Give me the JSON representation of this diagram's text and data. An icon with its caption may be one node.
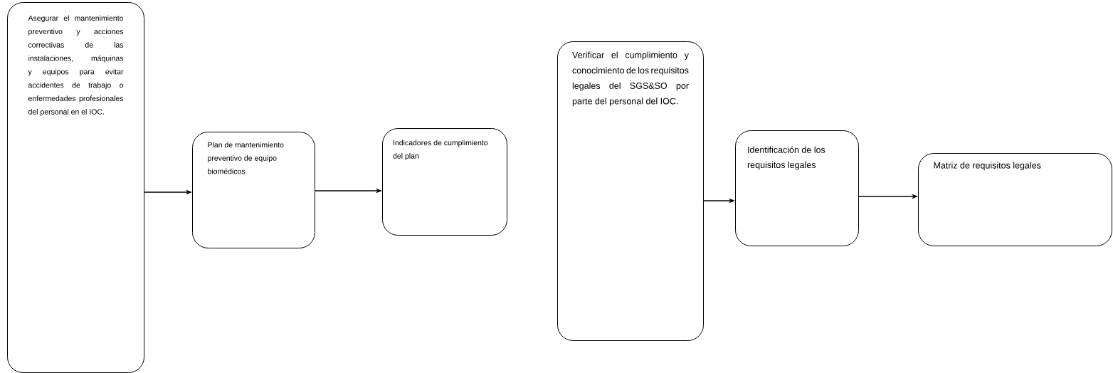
{
  "diagram": {
    "nodes": [
      {
        "text": [
          "Asegurar el mantenimiento preventivo y acciones correctivas de las instalaciones, máquinas y equipos para evitar accidentes de trabajo o enfermedades profesionales del personal en el IOC."
        ]
      },
      {
        "text": [
          "Plan de mantenimiento preventivo de equipo biomédicos"
        ]
      },
      {
        "text": [
          "Indicadores de cumplimiento del plan"
        ]
      },
      {
        "text": [
          "Verificar el cumplimiento y conocimiento de los requisitos legales del SGS&SO por parte del personal del IOC."
        ]
      },
      {
        "text": [
          "Identificación de los requisitos legales"
        ]
      },
      {
        "text": [
          "Matriz de requisitos legales"
        ]
      }
    ],
    "edges": [
      {
        "from": 0,
        "to": 1,
        "arrow": "to"
      },
      {
        "from": 1,
        "to": 2,
        "arrow": "to"
      },
      {
        "from": 3,
        "to": 4,
        "arrow": "to"
      },
      {
        "from": 4,
        "to": 5,
        "arrow": "to"
      }
    ]
  }
}
